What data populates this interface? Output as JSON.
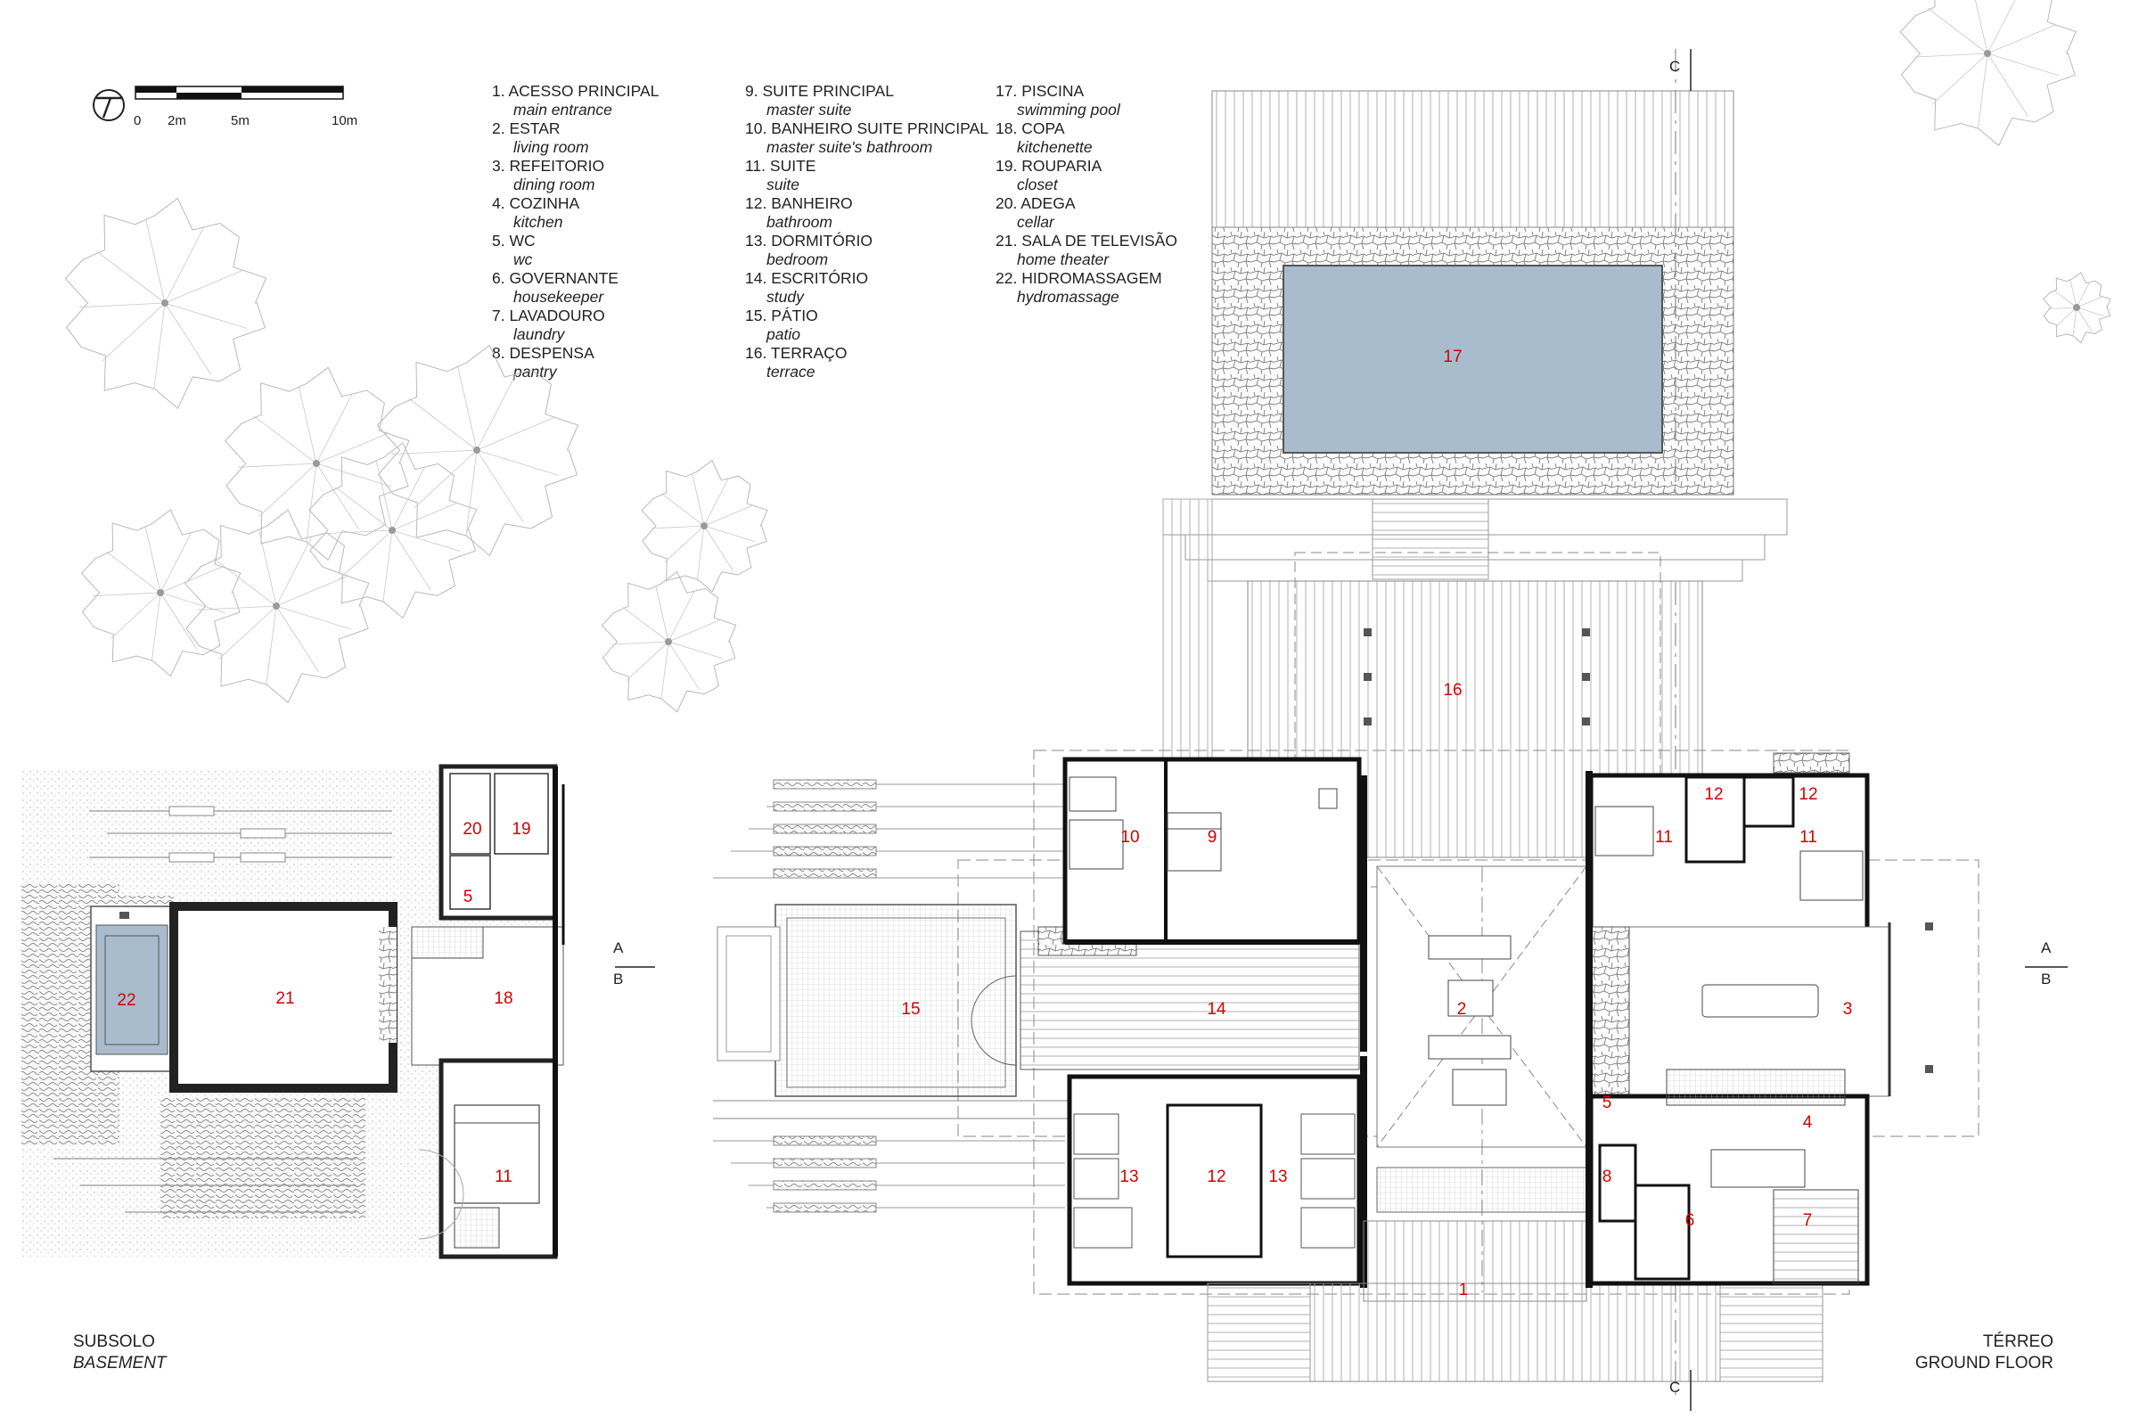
{
  "scale_bar": {
    "ticks": [
      "0",
      "2m",
      "5m",
      "10m"
    ]
  },
  "legend": [
    {
      "num": "1.",
      "pt": "ACESSO PRINCIPAL",
      "en": "main entrance"
    },
    {
      "num": "2.",
      "pt": "ESTAR",
      "en": "living room"
    },
    {
      "num": "3.",
      "pt": "REFEITORIO",
      "en": "dining room"
    },
    {
      "num": "4.",
      "pt": "COZINHA",
      "en": "kitchen"
    },
    {
      "num": "5.",
      "pt": "WC",
      "en": "wc"
    },
    {
      "num": "6.",
      "pt": "GOVERNANTE",
      "en": "housekeeper"
    },
    {
      "num": "7.",
      "pt": "LAVADOURO",
      "en": "laundry"
    },
    {
      "num": "8.",
      "pt": "DESPENSA",
      "en": "pantry"
    },
    {
      "num": "9.",
      "pt": "SUITE PRINCIPAL",
      "en": "master suite"
    },
    {
      "num": "10.",
      "pt": "BANHEIRO SUITE PRINCIPAL",
      "en": "master suite's bathroom"
    },
    {
      "num": "11.",
      "pt": "SUITE",
      "en": "suite"
    },
    {
      "num": "12.",
      "pt": "BANHEIRO",
      "en": "bathroom"
    },
    {
      "num": "13.",
      "pt": "DORMITÓRIO",
      "en": "bedroom"
    },
    {
      "num": "14.",
      "pt": "ESCRITÓRIO",
      "en": "study"
    },
    {
      "num": "15.",
      "pt": "PÁTIO",
      "en": "patio"
    },
    {
      "num": "16.",
      "pt": "TERRAÇO",
      "en": "terrace"
    },
    {
      "num": "17.",
      "pt": "PISCINA",
      "en": "swimming pool"
    },
    {
      "num": "18.",
      "pt": "COPA",
      "en": "kitchenette"
    },
    {
      "num": "19.",
      "pt": "ROUPARIA",
      "en": "closet"
    },
    {
      "num": "20.",
      "pt": "ADEGA",
      "en": "cellar"
    },
    {
      "num": "21.",
      "pt": "SALA DE TELEVISÃO",
      "en": "home theater"
    },
    {
      "num": "22.",
      "pt": "HIDROMASSAGEM",
      "en": "hydromassage"
    }
  ],
  "captions": {
    "basement": {
      "pt": "SUBSOLO",
      "en": "BASEMENT"
    },
    "ground": {
      "pt": "TÉRREO",
      "en": "GROUND FLOOR"
    }
  },
  "section_marks": {
    "a": "A",
    "b": "B",
    "c": "C"
  },
  "basement_rooms": [
    "20",
    "19",
    "5",
    "22",
    "21",
    "18",
    "11"
  ],
  "ground_rooms": [
    "17",
    "16",
    "9",
    "10",
    "11",
    "12",
    "12",
    "11",
    "15",
    "14",
    "2",
    "3",
    "5",
    "4",
    "13",
    "12",
    "13",
    "8",
    "6",
    "7",
    "1"
  ],
  "colors": {
    "room_number": "#d40000",
    "pool": "#a9bccd",
    "wall": "#111111",
    "line": "#888888"
  }
}
